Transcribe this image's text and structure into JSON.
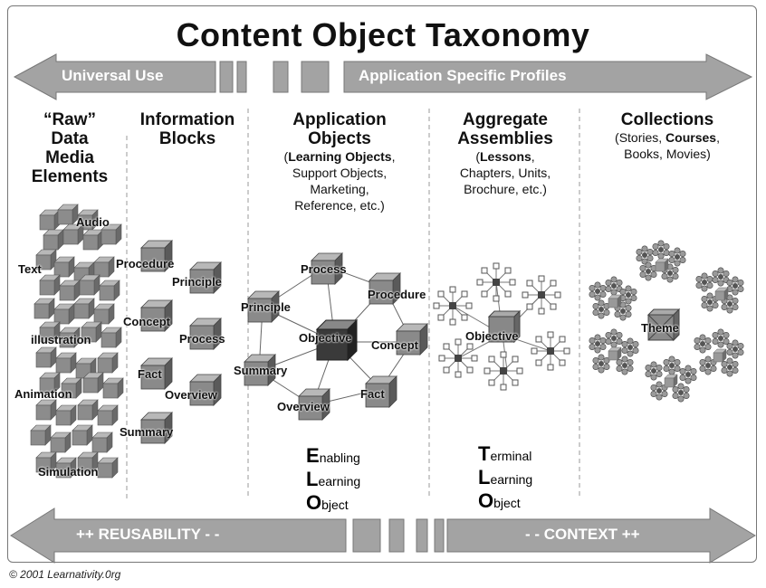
{
  "title": "Content Object Taxonomy",
  "top_arrow": {
    "left_label": "Universal Use",
    "right_label": "Application Specific Profiles"
  },
  "bottom_arrow": {
    "left_label": "++  REUSABILITY  - -",
    "right_label": "- -   CONTEXT  ++"
  },
  "columns": {
    "raw": {
      "line1": "“Raw”",
      "line2": "Data",
      "line3": "Media",
      "line4": "Elements",
      "items": [
        "Audio",
        "Text",
        "illustration",
        "Animation",
        "Simulation"
      ]
    },
    "info": {
      "line1": "Information",
      "line2": "Blocks",
      "items": [
        "Procedure",
        "Principle",
        "Concept",
        "Process",
        "Fact",
        "Overview",
        "Summary"
      ]
    },
    "app": {
      "line1": "Application",
      "line2": "Objects",
      "sub_open": "(",
      "sub_bold": "Learning Objects",
      "sub_rest": ",",
      "sub2": "Support Objects,",
      "sub3": "Marketing,",
      "sub4": "Reference, etc.)",
      "center": "Objective",
      "nodes": [
        "Process",
        "Procedure",
        "Principle",
        "Concept",
        "Summary",
        "Fact",
        "Overview"
      ]
    },
    "agg": {
      "line1": "Aggregate",
      "line2": "Assemblies",
      "sub_open": "(",
      "sub_bold": "Lessons",
      "sub_rest": ",",
      "sub2": "Chapters, Units,",
      "sub3": "Brochure, etc.)",
      "center": "Objective"
    },
    "col": {
      "line1": "Collections",
      "sub1_a": "(Stories, ",
      "sub1_b": "Courses",
      "sub1_c": ",",
      "sub2": "Books, Movies)",
      "center": "Theme"
    }
  },
  "elo": {
    "l1_big": "E",
    "l1_rest": "nabling",
    "l2_big": "L",
    "l2_rest": "earning",
    "l3_big": "O",
    "l3_rest": "bject"
  },
  "tlo": {
    "l1_big": "T",
    "l1_rest": "erminal",
    "l2_big": "L",
    "l2_rest": "earning",
    "l3_big": "O",
    "l3_rest": "bject"
  },
  "copyright": "© 2001 Learnativity.0rg",
  "colors": {
    "arrow": "#a0a0a0",
    "cube_front": "#8a8a8a",
    "cube_top": "#b5b5b5",
    "cube_side": "#666666",
    "divider": "#999999"
  }
}
